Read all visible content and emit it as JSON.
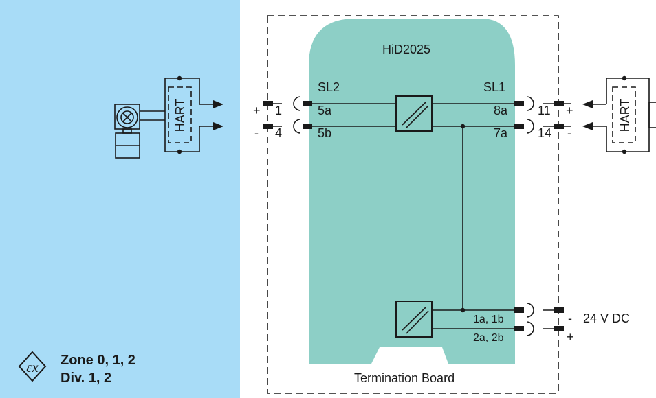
{
  "colors": {
    "hazard_zone": "#a8dcf7",
    "module_body": "#8dcfc6",
    "line": "#1a1a1a"
  },
  "icons": [
    "ex-symbol-icon",
    "field-transmitter-icon",
    "hart-communicator-icon",
    "isolator-symbol-icon",
    "arrow-icon"
  ],
  "module": {
    "name": "HiD2025",
    "left_connector": "SL2",
    "right_connector": "SL1",
    "termination_label": "Termination Board"
  },
  "field_side": {
    "terminals": [
      {
        "polarity": "+",
        "number": "1",
        "module_pin": "5a"
      },
      {
        "polarity": "-",
        "number": "4",
        "module_pin": "5b"
      }
    ],
    "hart_label": "HART"
  },
  "control_side": {
    "terminals": [
      {
        "module_pin": "8a",
        "number": "11",
        "polarity": "+"
      },
      {
        "module_pin": "7a",
        "number": "14",
        "polarity": "-"
      }
    ],
    "hart_label": "HART"
  },
  "power": {
    "pins_top": "1a, 1b",
    "pins_bottom": "2a, 2b",
    "polarity_top": "-",
    "polarity_bottom": "+",
    "label": "24 V DC"
  },
  "zone": {
    "line1": "Zone 0, 1, 2",
    "line2": "Div. 1, 2"
  }
}
